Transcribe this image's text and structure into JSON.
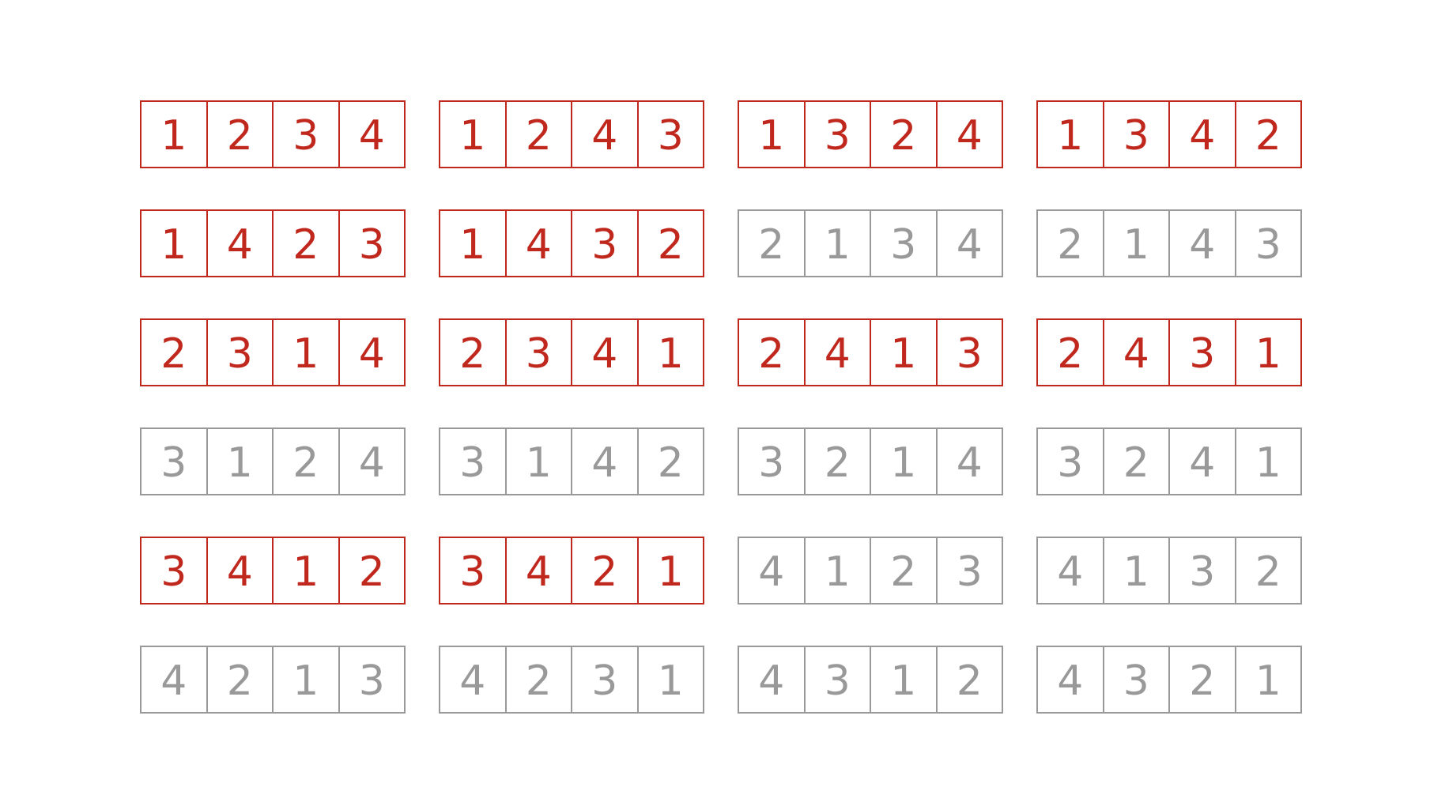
{
  "colors": {
    "highlighted": "#c0281e",
    "muted": "#999999"
  },
  "permutations": [
    {
      "digits": [
        "1",
        "2",
        "3",
        "4"
      ],
      "highlighted": true
    },
    {
      "digits": [
        "1",
        "2",
        "4",
        "3"
      ],
      "highlighted": true
    },
    {
      "digits": [
        "1",
        "3",
        "2",
        "4"
      ],
      "highlighted": true
    },
    {
      "digits": [
        "1",
        "3",
        "4",
        "2"
      ],
      "highlighted": true
    },
    {
      "digits": [
        "1",
        "4",
        "2",
        "3"
      ],
      "highlighted": true
    },
    {
      "digits": [
        "1",
        "4",
        "3",
        "2"
      ],
      "highlighted": true
    },
    {
      "digits": [
        "2",
        "1",
        "3",
        "4"
      ],
      "highlighted": false
    },
    {
      "digits": [
        "2",
        "1",
        "4",
        "3"
      ],
      "highlighted": false
    },
    {
      "digits": [
        "2",
        "3",
        "1",
        "4"
      ],
      "highlighted": true
    },
    {
      "digits": [
        "2",
        "3",
        "4",
        "1"
      ],
      "highlighted": true
    },
    {
      "digits": [
        "2",
        "4",
        "1",
        "3"
      ],
      "highlighted": true
    },
    {
      "digits": [
        "2",
        "4",
        "3",
        "1"
      ],
      "highlighted": true
    },
    {
      "digits": [
        "3",
        "1",
        "2",
        "4"
      ],
      "highlighted": false
    },
    {
      "digits": [
        "3",
        "1",
        "4",
        "2"
      ],
      "highlighted": false
    },
    {
      "digits": [
        "3",
        "2",
        "1",
        "4"
      ],
      "highlighted": false
    },
    {
      "digits": [
        "3",
        "2",
        "4",
        "1"
      ],
      "highlighted": false
    },
    {
      "digits": [
        "3",
        "4",
        "1",
        "2"
      ],
      "highlighted": true
    },
    {
      "digits": [
        "3",
        "4",
        "2",
        "1"
      ],
      "highlighted": true
    },
    {
      "digits": [
        "4",
        "1",
        "2",
        "3"
      ],
      "highlighted": false
    },
    {
      "digits": [
        "4",
        "1",
        "3",
        "2"
      ],
      "highlighted": false
    },
    {
      "digits": [
        "4",
        "2",
        "1",
        "3"
      ],
      "highlighted": false
    },
    {
      "digits": [
        "4",
        "2",
        "3",
        "1"
      ],
      "highlighted": false
    },
    {
      "digits": [
        "4",
        "3",
        "1",
        "2"
      ],
      "highlighted": false
    },
    {
      "digits": [
        "4",
        "3",
        "2",
        "1"
      ],
      "highlighted": false
    }
  ]
}
